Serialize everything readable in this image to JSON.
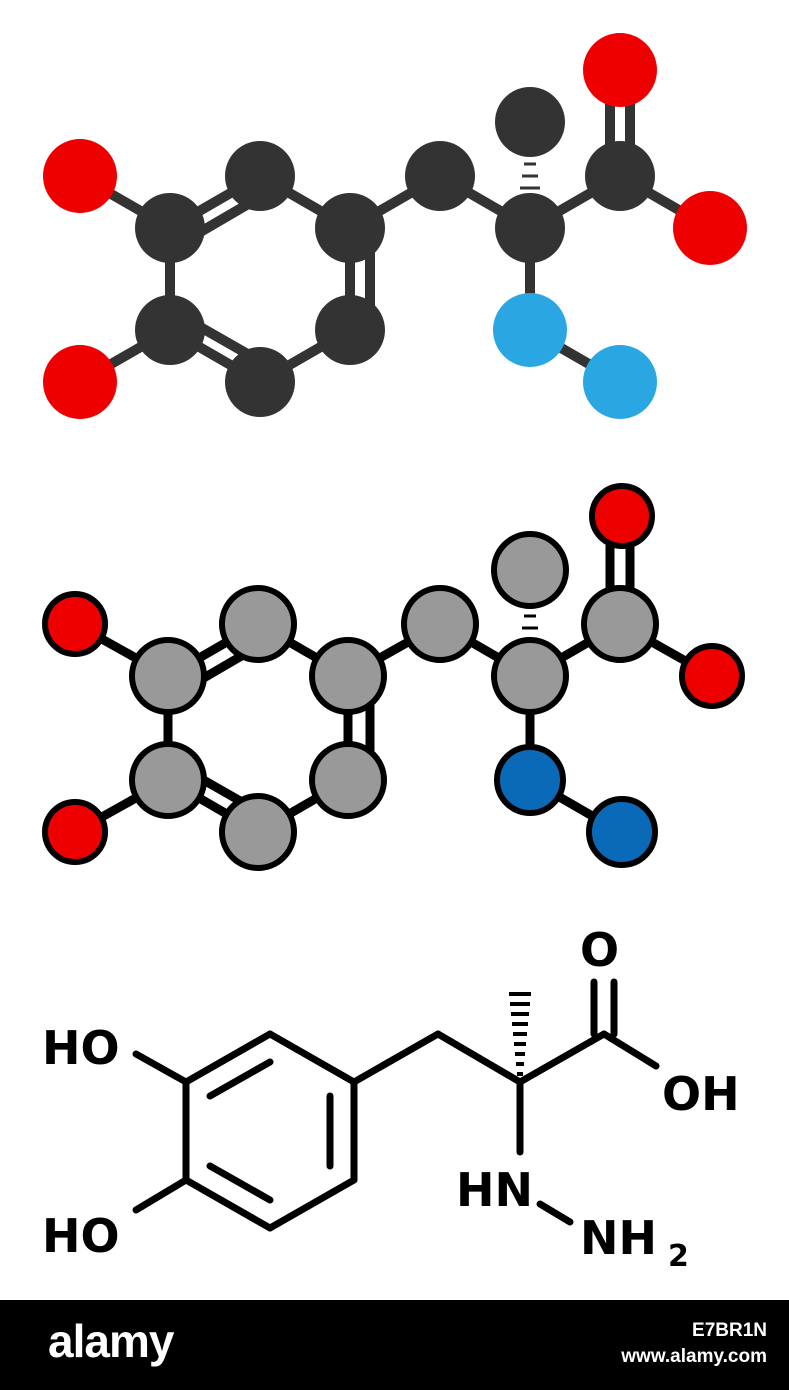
{
  "colors": {
    "background": "#ffffff",
    "footer_bg": "#000000",
    "footer_text": "#ffffff",
    "oxygen": "#ee0000",
    "carbon_dark": "#333333",
    "nitrogen_light": "#2aa7e2",
    "carbon_grey": "#999999",
    "nitrogen_dark": "#0a6ab8",
    "bond_dark": "#333333",
    "bond_black": "#000000",
    "outline": "#000000"
  },
  "structure": {
    "labels": {
      "ho_top": "HO",
      "ho_bottom": "HO",
      "o_carbonyl": "O",
      "oh_acid": "OH",
      "hn": "HN",
      "nh": "NH",
      "nh_sub": "2"
    }
  },
  "footer": {
    "brand": "alamy",
    "image_id": "E7BR1N",
    "site": "www.alamy.com"
  }
}
